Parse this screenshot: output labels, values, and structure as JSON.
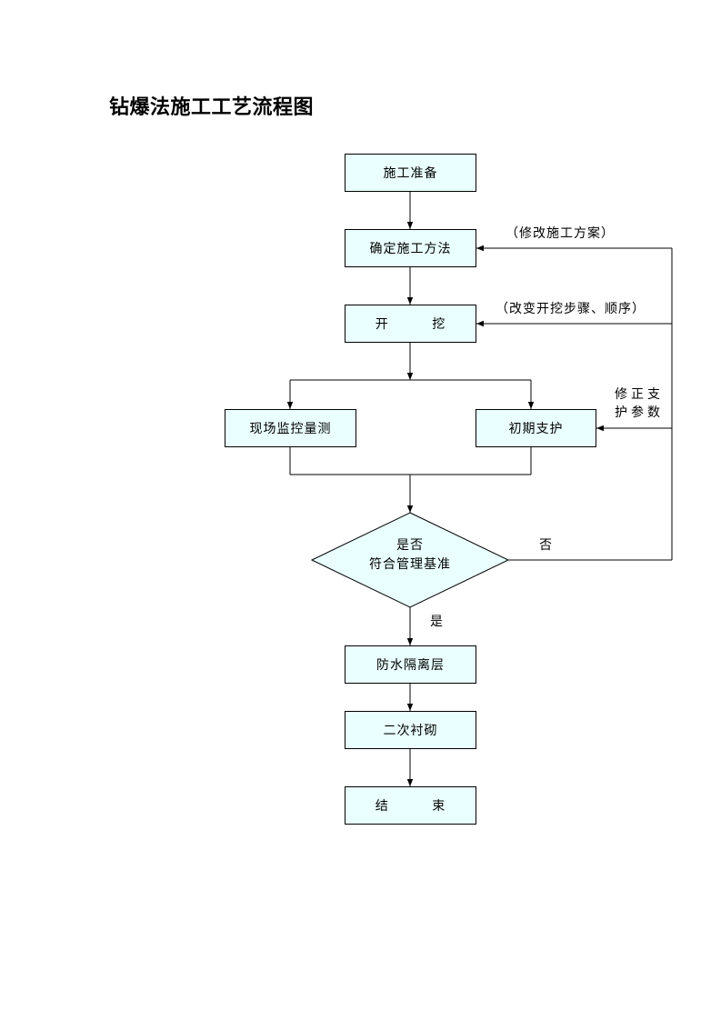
{
  "title": "钻爆法施工工艺流程图",
  "colors": {
    "box_fill": "#eaffff",
    "line": "#000000"
  },
  "nodes": {
    "prep": "施工准备",
    "method": "确定施工方法",
    "excavate": "开 挖",
    "monitor": "现场监控量测",
    "support": "初期支护",
    "decision_line1": "是否",
    "decision_line2": "符合管理基准",
    "waterproof": "防水隔离层",
    "lining": "二次衬砌",
    "end": "结 束"
  },
  "labels": {
    "modify_plan": "（修改施工方案）",
    "change_steps": "（改变开挖步骤、顺序）",
    "fix_support_line1": "修正支",
    "fix_support_line2": "护参数",
    "no": "否",
    "yes": "是"
  }
}
